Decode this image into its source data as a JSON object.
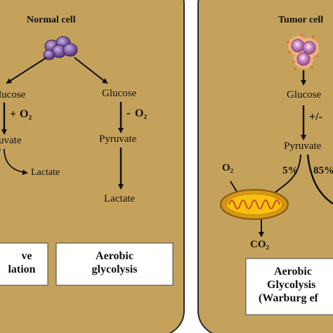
{
  "colors": {
    "panel_fill": "#c4a25c",
    "panel_stroke": "#222222",
    "cell_purple": "#7a55a0",
    "tumor_cell_fill": "#b77ab2",
    "tumor_cell_halo": "#f2a36a",
    "mito_outer": "#d48a14",
    "mito_inner": "#f6c20e",
    "arrow": "#111111"
  },
  "left_panel": {
    "title": "Normal cell",
    "oxidative": {
      "glucose": "lucose",
      "oxygen_sign": "+",
      "oxygen": "O₂",
      "pyruvate": "uvate",
      "lactate": "Lactate",
      "box_line1": "ve",
      "box_line2": "lation"
    },
    "aerobic": {
      "glucose": "Glucose",
      "oxygen_sign": "-",
      "oxygen": "O₂",
      "pyruvate": "Pyruvate",
      "lactate": "Lactate",
      "box_line1": "Aerobic",
      "box_line2": "glycolysis"
    }
  },
  "right_panel": {
    "title": "Tumor cell",
    "glucose": "Glucose",
    "oxygen_sign": "+/-",
    "pyruvate": "Pyruvate",
    "oxygen": "O₂",
    "percent_left": "5%",
    "percent_right": "85%",
    "co2": "CO₂",
    "box_line1": "Aerobic",
    "box_line2": "Glycolysis",
    "box_line3": "(Warburg ef"
  }
}
